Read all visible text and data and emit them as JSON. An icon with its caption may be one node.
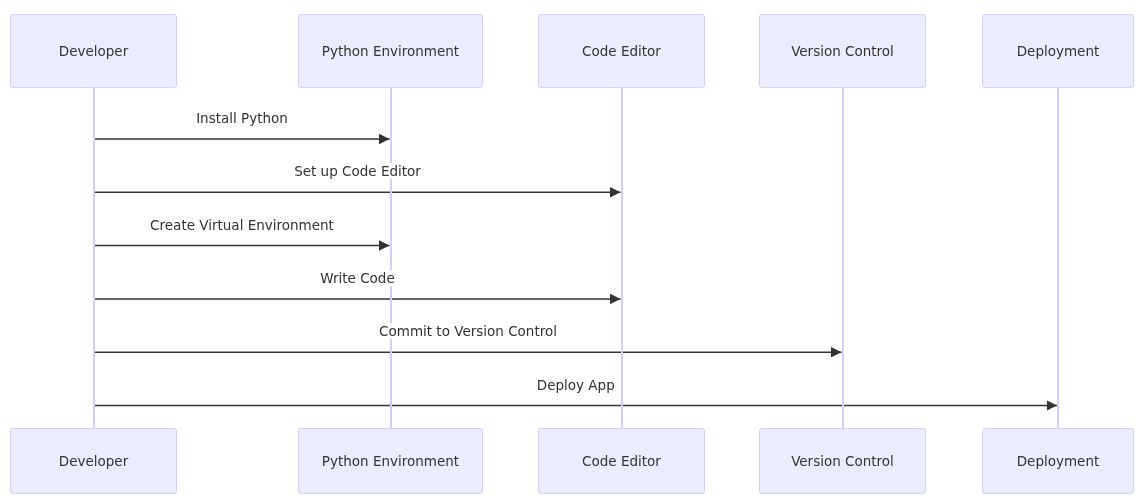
{
  "diagram": {
    "nodes": [
      {
        "text": [
          "Developer"
        ]
      },
      {
        "text": [
          "Python Environment"
        ]
      },
      {
        "text": [
          "Code Editor"
        ]
      },
      {
        "text": [
          "Version Control"
        ]
      },
      {
        "text": [
          "Deployment"
        ]
      },
      {
        "text": [],
        "shape": "line"
      },
      {
        "text": [],
        "shape": "line"
      },
      {
        "text": [],
        "shape": "line"
      },
      {
        "text": [],
        "shape": "line"
      },
      {
        "text": [],
        "shape": "line"
      },
      {
        "text": [
          "Developer"
        ]
      },
      {
        "text": [
          "Python Environment"
        ]
      },
      {
        "text": [
          "Code Editor"
        ]
      },
      {
        "text": [
          "Version Control"
        ]
      },
      {
        "text": [
          "Deployment"
        ]
      }
    ],
    "edges": [
      {
        "from": 5,
        "to": 6,
        "arrow": "to",
        "label": "Install Python"
      },
      {
        "from": 5,
        "to": 7,
        "arrow": "to",
        "label": "Set up Code Editor"
      },
      {
        "from": 5,
        "to": 6,
        "arrow": "to",
        "label": "Create Virtual Environment"
      },
      {
        "from": 5,
        "to": 7,
        "arrow": "to",
        "label": "Write Code"
      },
      {
        "from": 5,
        "to": 8,
        "arrow": "to",
        "label": "Commit to Version Control"
      },
      {
        "from": 5,
        "to": 9,
        "arrow": "to",
        "label": "Deploy App"
      }
    ]
  }
}
